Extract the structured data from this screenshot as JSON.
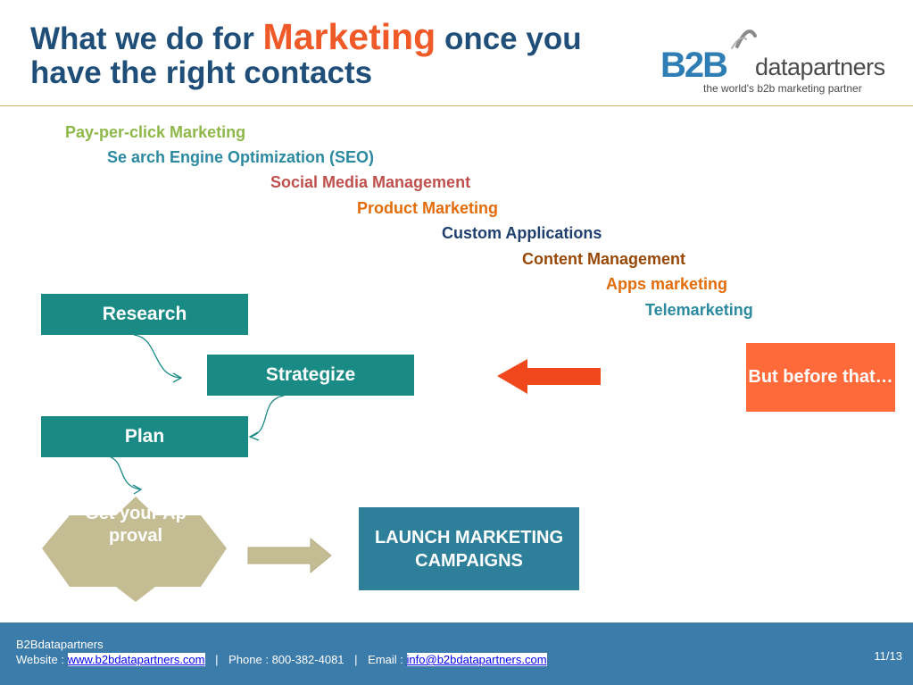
{
  "header": {
    "title_prefix": "What we do for",
    "title_highlight": "Marketing",
    "title_suffix": "once you",
    "title_line2": "have the right contacts",
    "accent_color": "#f05a28",
    "title_color": "#1f4e79"
  },
  "logo": {
    "mark": "B2B",
    "brand": "datapartners",
    "tagline": "the world's b2b marketing partner"
  },
  "services": [
    {
      "label": "Pay-per-click Marketing",
      "color": "#8fb84a"
    },
    {
      "label": "Se arch Engine Optimization (SEO)",
      "color": "#2b8aa0"
    },
    {
      "label": "Social Media Management",
      "color": "#c0504d"
    },
    {
      "label": "Product Marketing",
      "color": "#e36c0a"
    },
    {
      "label": "Custom Applications",
      "color": "#1f3f6f"
    },
    {
      "label": "Content Management",
      "color": "#984806"
    },
    {
      "label": "Apps marketing",
      "color": "#e36c0a"
    },
    {
      "label": "Telemarketing",
      "color": "#2b8aa0"
    }
  ],
  "process": {
    "research": "Research",
    "strategize": "Strategize",
    "plan": "Plan",
    "approval": "Get your Approval",
    "launch": "LAUNCH MARKETING CAMPAIGNS",
    "before": "But before that…"
  },
  "footer": {
    "company": "B2Bdatapartners",
    "website_label": "Website :",
    "website": "www.b2bdatapartners.com",
    "phone": "Phone : 800-382-4081",
    "email_label": "Email :",
    "email": "info@b2bdatapartners.com",
    "page": "11/13"
  }
}
